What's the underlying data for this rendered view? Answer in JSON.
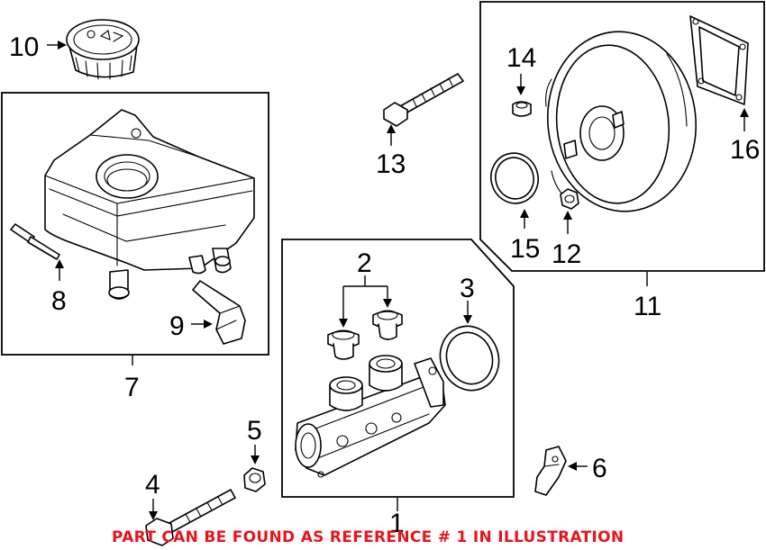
{
  "callouts": {
    "c1": "1",
    "c2": "2",
    "c3": "3",
    "c4": "4",
    "c5": "5",
    "c6": "6",
    "c7": "7",
    "c8": "8",
    "c9": "9",
    "c10": "10",
    "c11": "11",
    "c12": "12",
    "c13": "13",
    "c14": "14",
    "c15": "15",
    "c16": "16"
  },
  "note": "PART CAN BE FOUND AS REFERENCE # 1 IN ILLUSTRATION",
  "colors": {
    "note_red": "#e8141e",
    "line": "#000000",
    "background": "#ffffff"
  }
}
